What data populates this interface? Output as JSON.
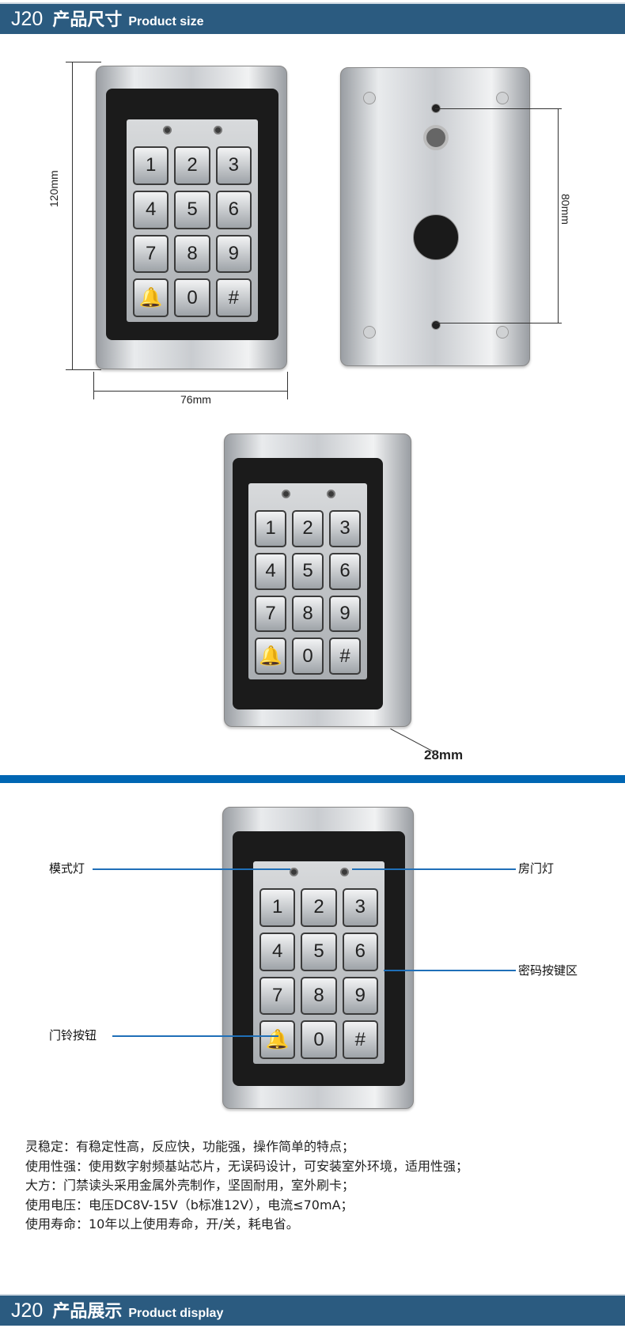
{
  "header_size": {
    "code": "J20",
    "cn": "产品尺寸",
    "en": "Product size"
  },
  "header_display": {
    "code": "J20",
    "cn": "产品展示",
    "en": "Product display"
  },
  "dimensions": {
    "height": "120mm",
    "width": "76mm",
    "hole_spacing": "80mm",
    "depth": "28mm"
  },
  "keypad_keys": [
    "1",
    "2",
    "3",
    "4",
    "5",
    "6",
    "7",
    "8",
    "9",
    "🔔",
    "0",
    "#"
  ],
  "callouts": {
    "mode_light": "模式灯",
    "door_light": "房门灯",
    "keypad_area": "密码按键区",
    "doorbell_button": "门铃按钮"
  },
  "features": [
    "灵稳定：有稳定性高，反应快，功能强，操作简单的特点；",
    "使用性强：使用数字射频基站芯片，无误码设计，可安装室外环境，适用性强；",
    "大方：门禁读头采用金属外壳制作，坚固耐用，室外刷卡；",
    "使用电压：电压DC8V-15V（b标准12V），电流≤70mA；",
    "使用寿命：10年以上使用寿命，开/关，耗电省。"
  ],
  "colors": {
    "header": "#2b5b80",
    "divider": "#0066b3",
    "callout": "#1f6fb8"
  }
}
